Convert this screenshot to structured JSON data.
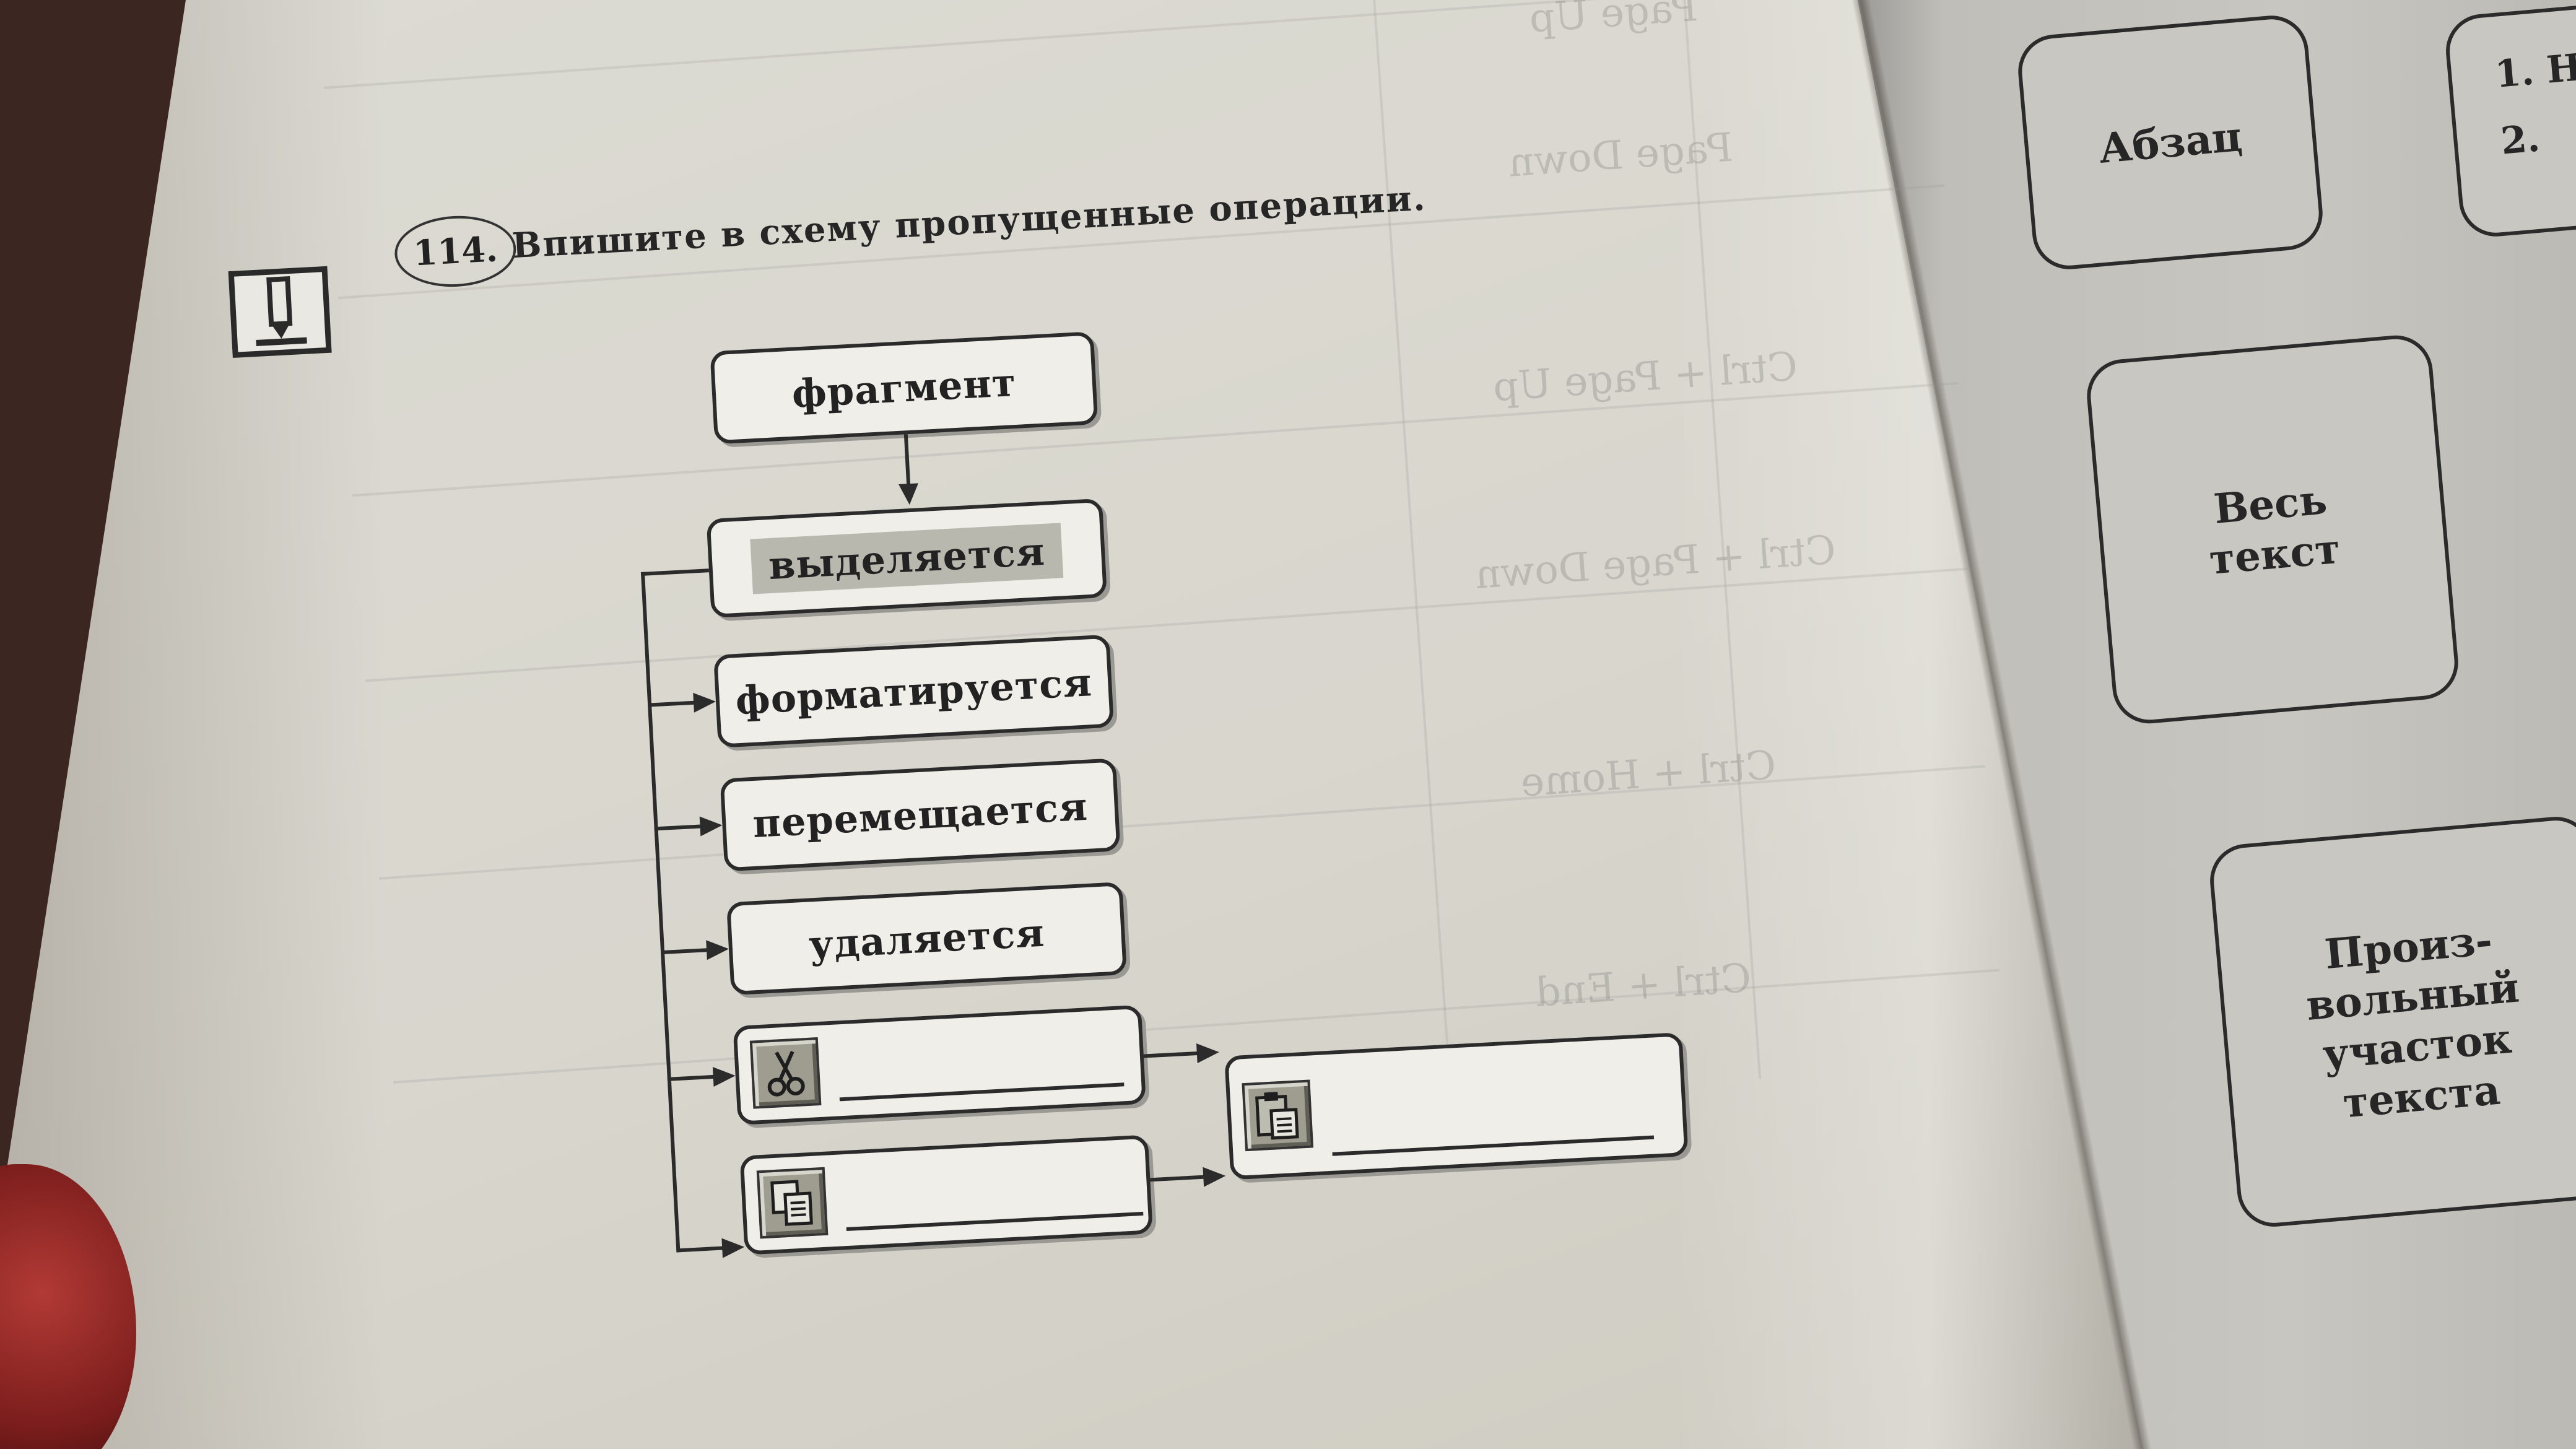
{
  "exercise": {
    "number": "114.",
    "instruction": "Впишите в схему пропущенные операции."
  },
  "diagram": {
    "root": "фрагмент",
    "selected": "выделяется",
    "operations": [
      "форматируется",
      "перемещается",
      "удаляется"
    ],
    "cut_icon": "scissors-icon",
    "copy_icon": "copy-icon",
    "paste_icon": "paste-icon"
  },
  "cards": {
    "paragraph": "Абзац",
    "all_text_line1": "Весь",
    "all_text_line2": "текст",
    "arbitrary_line1": "Произ-",
    "arbitrary_line2": "вольный",
    "arbitrary_line3": "участок",
    "arbitrary_line4": "текста",
    "list_item1": "1. Н",
    "list_item2": "2."
  },
  "ghost_text": [
    "Page Up",
    "Page Down",
    "Ctrl + Page Up",
    "Ctrl + Page Down",
    "Ctrl + Home",
    "Ctrl + End"
  ]
}
